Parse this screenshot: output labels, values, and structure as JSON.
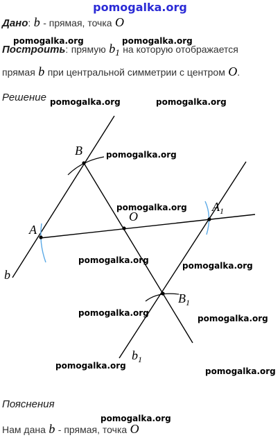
{
  "header": {
    "site": "pomogalka.org"
  },
  "given": {
    "label": "Дано",
    "colon": ":",
    "b": "b",
    "text": "- прямая, точка",
    "O": "O"
  },
  "construct": {
    "label": "Построить",
    "colon": ":",
    "pre": "прямую",
    "b": "b",
    "sub": "1",
    "post": "на которую отображается",
    "line2_pre": "прямая",
    "line2_b": "b",
    "line2_post": "при центральной симметрии с центром",
    "O": "O",
    "dot": "."
  },
  "solution": {
    "label": "Решение"
  },
  "figure": {
    "A": "A",
    "B": "B",
    "O": "O",
    "A1": "A",
    "A1_sub": "1",
    "B1": "B",
    "B1_sub": "1",
    "b": "b",
    "b1": "b",
    "b1_sub": "1"
  },
  "explanation": {
    "label": "Пояснения",
    "line_pre": "Нам дана",
    "b": "b",
    "text": "- прямая, точка",
    "O": "O"
  },
  "watermarks": [
    "pomogalka.org",
    "pomogalka.org",
    "pomogalka.org",
    "pomogalka.org",
    "pomogalka.org",
    "pomogalka.org",
    "pomogalka.org",
    "pomogalka.org",
    "pomogalka.org",
    "pomogalka.org",
    "pomogalka.org",
    "pomogalka.org",
    "pomogalka.org",
    "pomogalka.org"
  ],
  "colors": {
    "title": "#2b2bd6",
    "arc": "#5aa9e6",
    "line": "#000000"
  }
}
